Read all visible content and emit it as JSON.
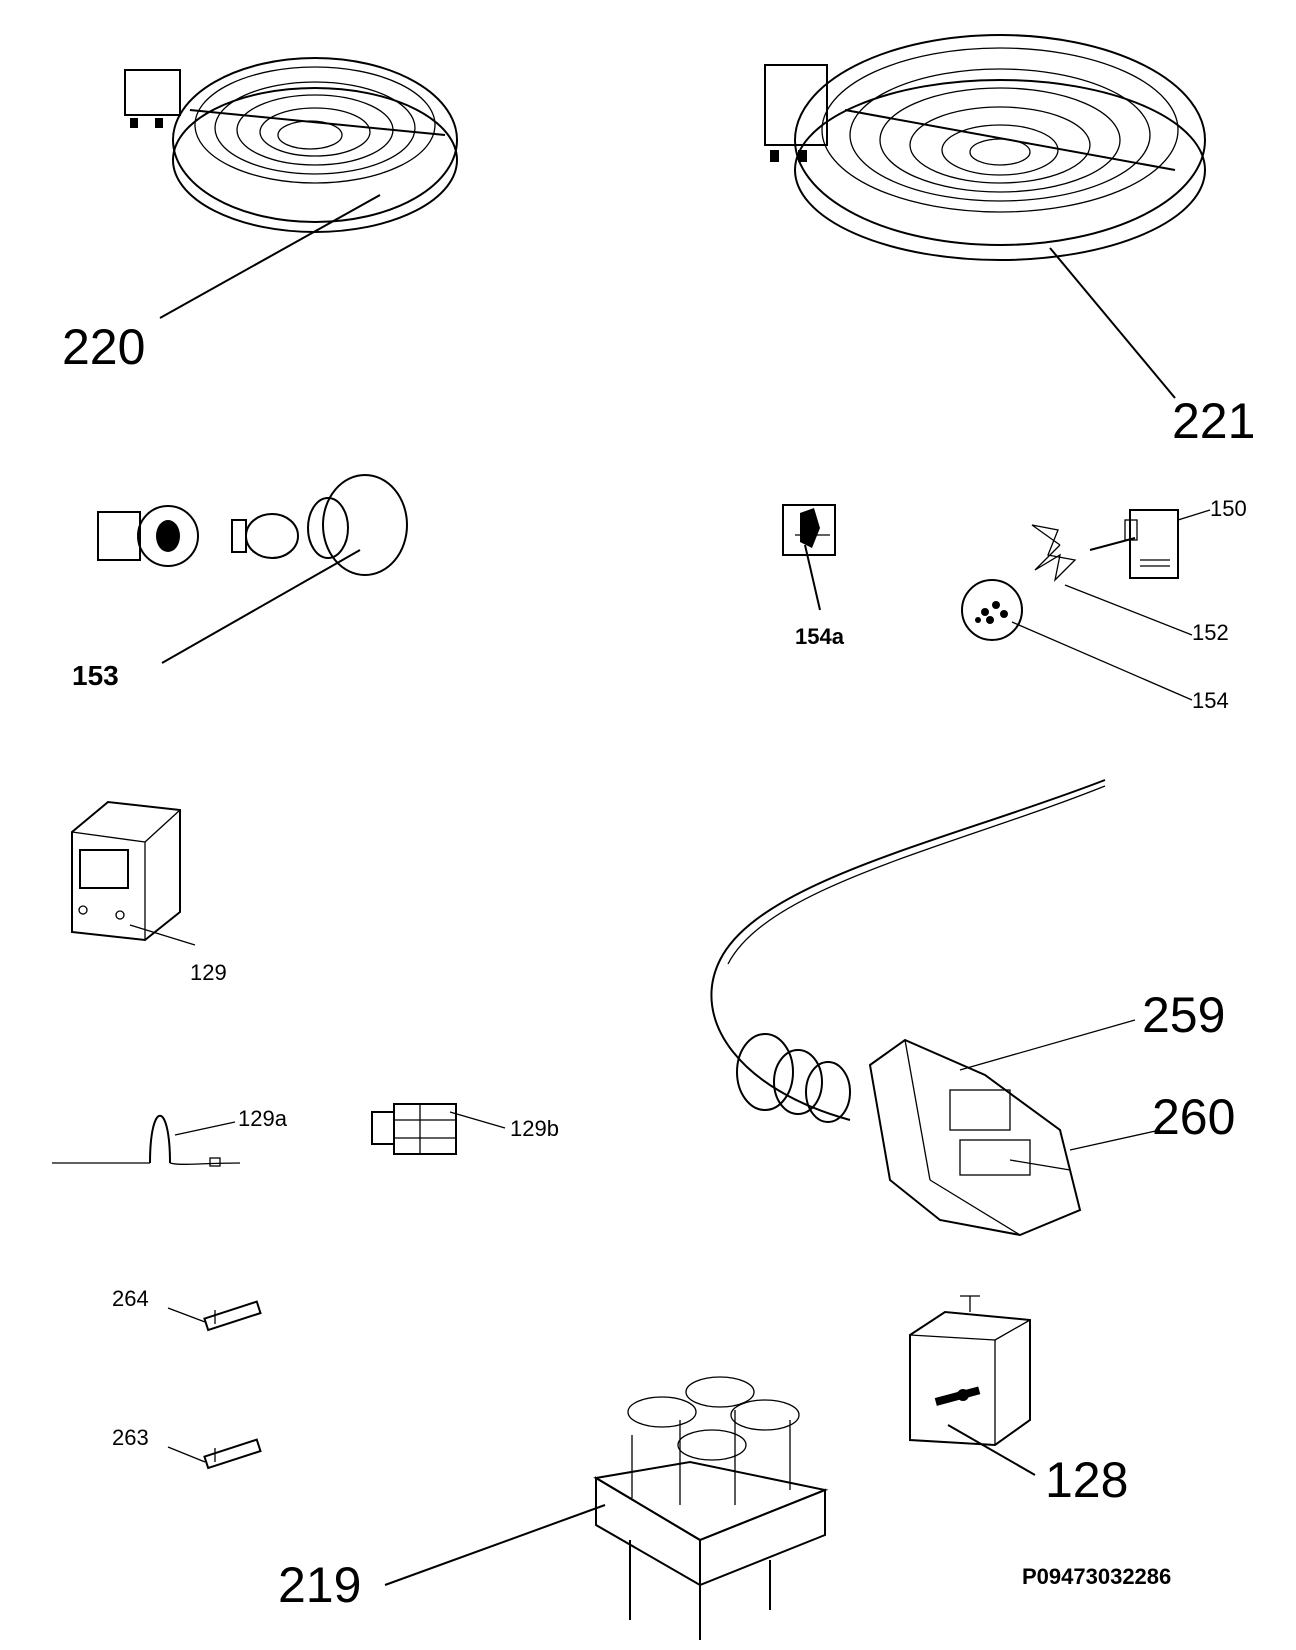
{
  "labels": {
    "p220": "220",
    "p221": "221",
    "p153": "153",
    "p154a": "154a",
    "p150": "150",
    "p152": "152",
    "p154": "154",
    "p129": "129",
    "p259": "259",
    "p260": "260",
    "p129a": "129a",
    "p129b": "129b",
    "p264": "264",
    "p263": "263",
    "p128": "128",
    "p219": "219"
  },
  "drawing_code": "P09473032286"
}
